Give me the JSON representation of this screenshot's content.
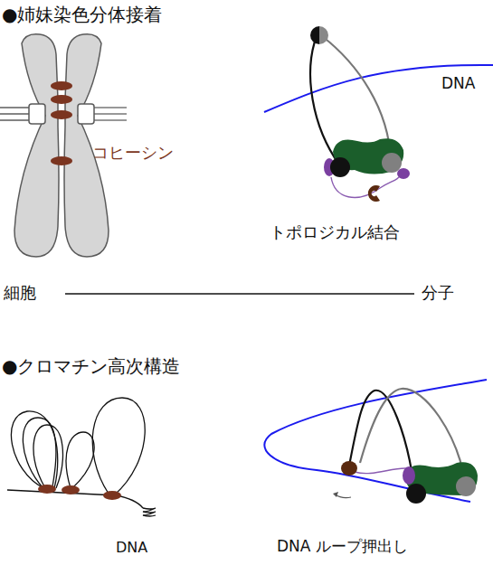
{
  "diagram": {
    "labels": [
      "●姉妹染色分体接着",
      "コヒーシン",
      "DNA",
      "トポロジカル結合",
      "細胞",
      "分子",
      "●クロマチン高次構造",
      "DNA",
      "DNA ループ押出し"
    ]
  }
}
